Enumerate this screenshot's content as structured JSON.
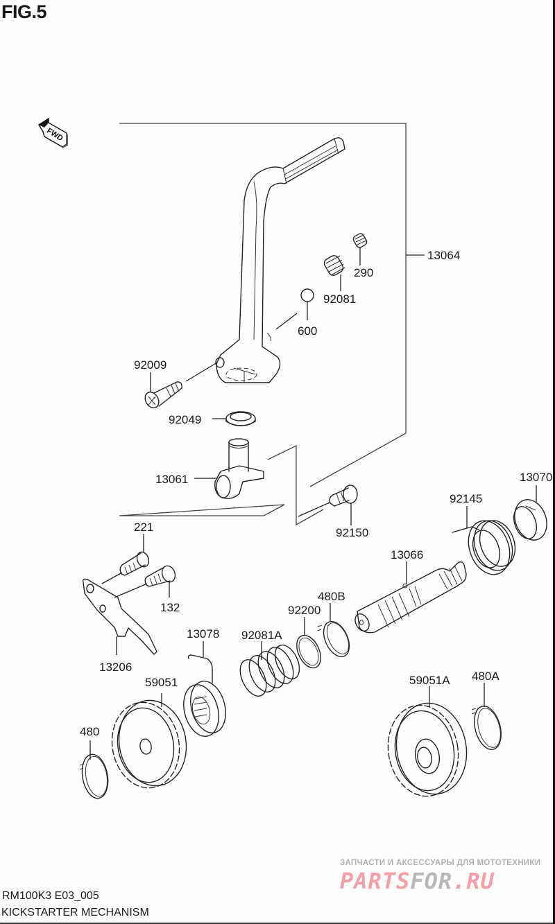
{
  "figure": {
    "title": "FIG.5",
    "model_code": "RM100K3 E03_005",
    "section_name": "KICKSTARTER MECHANISM",
    "direction_arrow": "FWD"
  },
  "callouts": [
    {
      "id": "13064",
      "part": "kick-starter-lever-assembly"
    },
    {
      "id": "290",
      "part": "small-spring"
    },
    {
      "id": "92081",
      "part": "spring"
    },
    {
      "id": "600",
      "part": "ball"
    },
    {
      "id": "92009",
      "part": "screw"
    },
    {
      "id": "92049",
      "part": "oil-seal"
    },
    {
      "id": "13061",
      "part": "lever-boss"
    },
    {
      "id": "92150",
      "part": "bolt"
    },
    {
      "id": "13070",
      "part": "spring-guide"
    },
    {
      "id": "92145",
      "part": "return-spring"
    },
    {
      "id": "13066",
      "part": "kick-shaft"
    },
    {
      "id": "221",
      "part": "screw"
    },
    {
      "id": "132",
      "part": "bolt"
    },
    {
      "id": "13206",
      "part": "stopper-plate"
    },
    {
      "id": "480B",
      "part": "circlip"
    },
    {
      "id": "92200",
      "part": "washer"
    },
    {
      "id": "92081A",
      "part": "ratchet-spring"
    },
    {
      "id": "13078",
      "part": "ratchet"
    },
    {
      "id": "59051",
      "part": "kick-gear"
    },
    {
      "id": "480",
      "part": "circlip"
    },
    {
      "id": "59051A",
      "part": "idle-gear"
    },
    {
      "id": "480A",
      "part": "circlip"
    }
  ],
  "watermark": {
    "tagline": "ЗАПЧАСТИ И АКСЕССУАРЫ ДЛЯ МОТОТЕХНИКИ",
    "logo_part1": "PARTS",
    "logo_part2": "FOR",
    "logo_part3": ".RU",
    "colors": {
      "pink": "#f4a0a8",
      "gray": "#b8b8b8"
    }
  }
}
